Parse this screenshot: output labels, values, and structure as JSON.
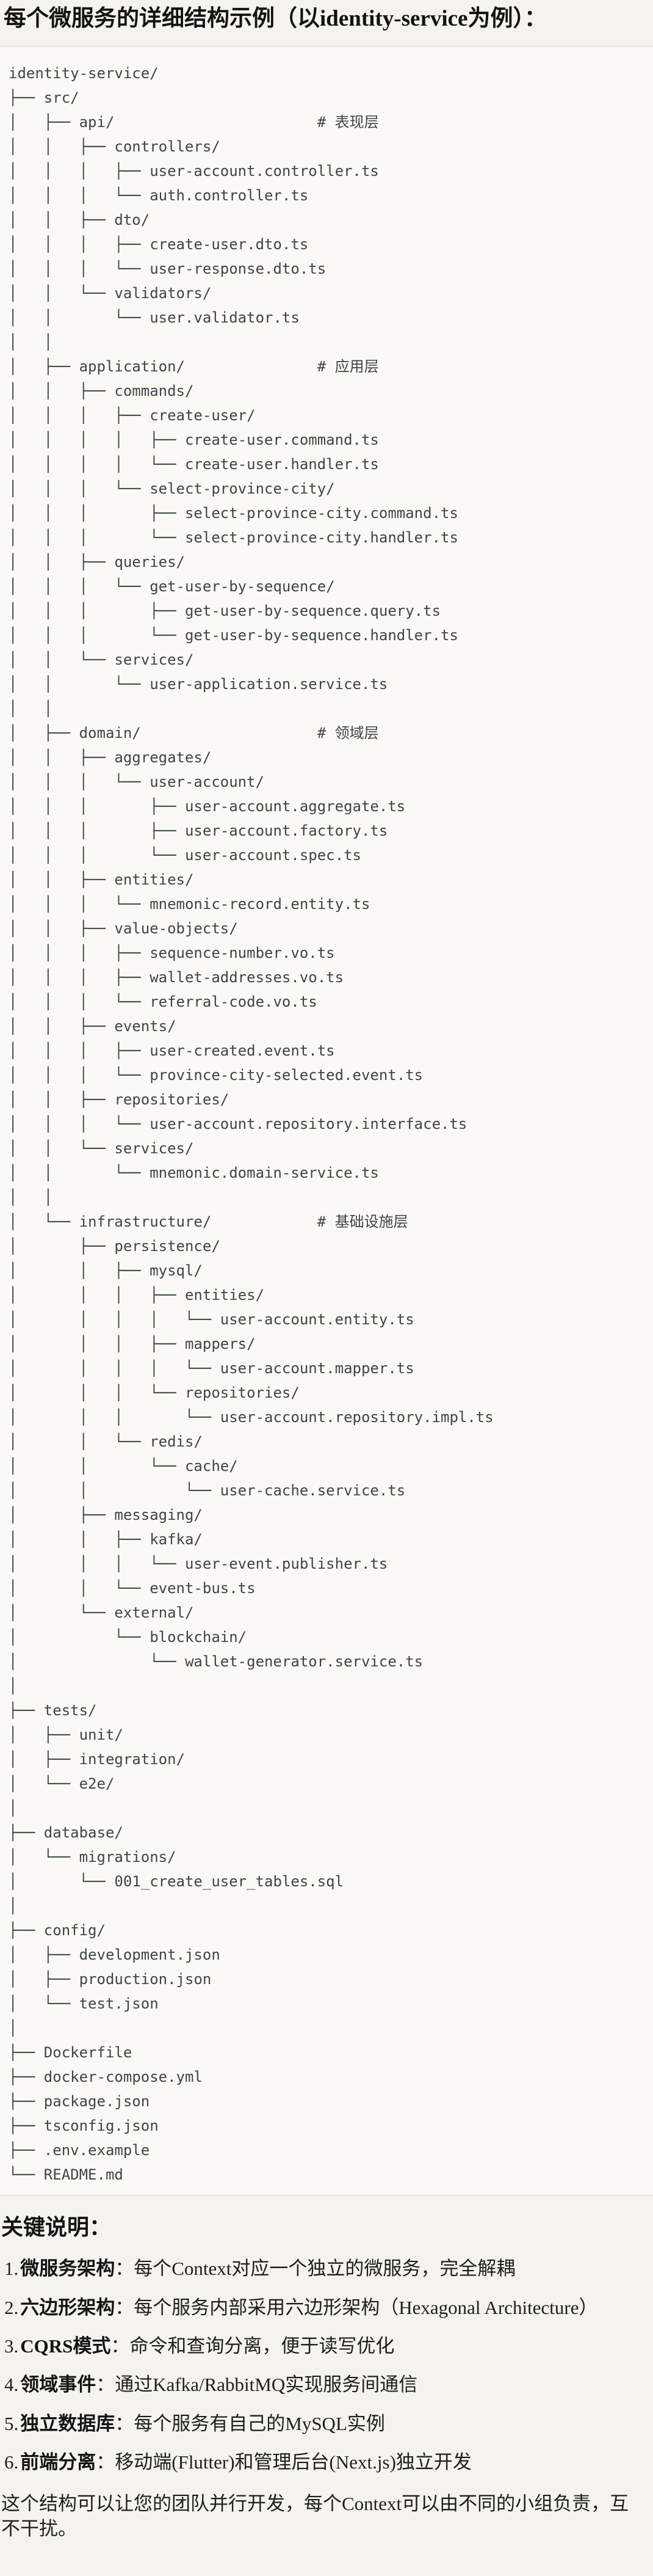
{
  "header": {
    "title": "每个微服务的详细结构示例（以identity-service为例）："
  },
  "tree": {
    "text": "identity-service/\n├── src/\n│   ├── api/                       # 表现层\n│   │   ├── controllers/\n│   │   │   ├── user-account.controller.ts\n│   │   │   └── auth.controller.ts\n│   │   ├── dto/\n│   │   │   ├── create-user.dto.ts\n│   │   │   └── user-response.dto.ts\n│   │   └── validators/\n│   │       └── user.validator.ts\n│   │\n│   ├── application/               # 应用层\n│   │   ├── commands/\n│   │   │   ├── create-user/\n│   │   │   │   ├── create-user.command.ts\n│   │   │   │   └── create-user.handler.ts\n│   │   │   └── select-province-city/\n│   │   │       ├── select-province-city.command.ts\n│   │   │       └── select-province-city.handler.ts\n│   │   ├── queries/\n│   │   │   └── get-user-by-sequence/\n│   │   │       ├── get-user-by-sequence.query.ts\n│   │   │       └── get-user-by-sequence.handler.ts\n│   │   └── services/\n│   │       └── user-application.service.ts\n│   │\n│   ├── domain/                    # 领域层\n│   │   ├── aggregates/\n│   │   │   └── user-account/\n│   │   │       ├── user-account.aggregate.ts\n│   │   │       ├── user-account.factory.ts\n│   │   │       └── user-account.spec.ts\n│   │   ├── entities/\n│   │   │   └── mnemonic-record.entity.ts\n│   │   ├── value-objects/\n│   │   │   ├── sequence-number.vo.ts\n│   │   │   ├── wallet-addresses.vo.ts\n│   │   │   └── referral-code.vo.ts\n│   │   ├── events/\n│   │   │   ├── user-created.event.ts\n│   │   │   └── province-city-selected.event.ts\n│   │   ├── repositories/\n│   │   │   └── user-account.repository.interface.ts\n│   │   └── services/\n│   │       └── mnemonic.domain-service.ts\n│   │\n│   └── infrastructure/            # 基础设施层\n│       ├── persistence/\n│       │   ├── mysql/\n│       │   │   ├── entities/\n│       │   │   │   └── user-account.entity.ts\n│       │   │   ├── mappers/\n│       │   │   │   └── user-account.mapper.ts\n│       │   │   └── repositories/\n│       │   │       └── user-account.repository.impl.ts\n│       │   └── redis/\n│       │       └── cache/\n│       │           └── user-cache.service.ts\n│       ├── messaging/\n│       │   ├── kafka/\n│       │   │   └── user-event.publisher.ts\n│       │   └── event-bus.ts\n│       └── external/\n│           └── blockchain/\n│               └── wallet-generator.service.ts\n│\n├── tests/\n│   ├── unit/\n│   ├── integration/\n│   └── e2e/\n│\n├── database/\n│   └── migrations/\n│       └── 001_create_user_tables.sql\n│\n├── config/\n│   ├── development.json\n│   ├── production.json\n│   └── test.json\n│\n├── Dockerfile\n├── docker-compose.yml\n├── package.json\n├── tsconfig.json\n├── .env.example\n└── README.md"
  },
  "notes": {
    "heading": "关键说明：",
    "items": [
      {
        "num": "1.",
        "term": "微服务架构",
        "sep": "：",
        "desc": "每个Context对应一个独立的微服务，完全解耦"
      },
      {
        "num": "2.",
        "term": "六边形架构",
        "sep": "：",
        "desc": "每个服务内部采用六边形架构（Hexagonal Architecture）"
      },
      {
        "num": "3.",
        "term": "CQRS模式",
        "sep": "：",
        "desc": "命令和查询分离，便于读写优化"
      },
      {
        "num": "4.",
        "term": "领域事件",
        "sep": "：",
        "desc": "通过Kafka/RabbitMQ实现服务间通信"
      },
      {
        "num": "5.",
        "term": "独立数据库",
        "sep": "：",
        "desc": "每个服务有自己的MySQL实例"
      },
      {
        "num": "6.",
        "term": "前端分离",
        "sep": "：",
        "desc": "移动端(Flutter)和管理后台(Next.js)独立开发"
      }
    ],
    "footer": "这个结构可以让您的团队并行开发，每个Context可以由不同的小组负责，互不干扰。"
  },
  "colors": {
    "page_background": "#f4f3ee",
    "code_background": "#faf9f5",
    "code_border": "#e7e6e0",
    "code_text": "#3f444a",
    "heading_text": "#131313"
  }
}
